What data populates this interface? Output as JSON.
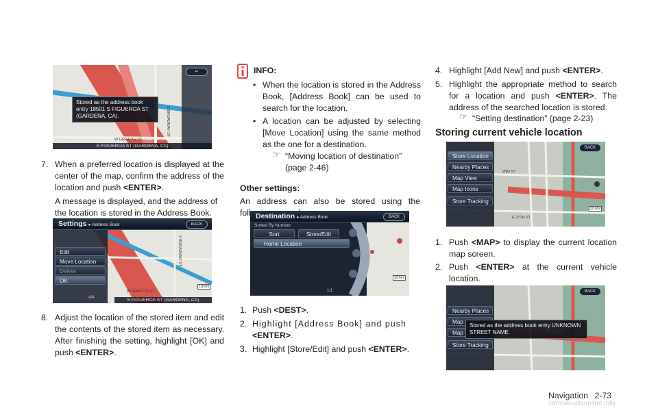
{
  "col1": {
    "shot1": {
      "popup": "Stored as the address book entry 18501 S FIGUEROA ST (GARDENA, CA).",
      "street_h": "W GRIFFITH ST",
      "street_v": "S BROADWAY ST",
      "bottom_strip": "S FIGUEROA ST (GARDENA, CA)"
    },
    "step7": {
      "num": "7.",
      "text_a": "When a preferred location is displayed at the center of the map, confirm the address of the location and push ",
      "key": "<ENTER>",
      "text_b": ".",
      "sub": "A message is displayed, and the address of the location is stored in the Address Book."
    },
    "shot2": {
      "title": "Settings",
      "subtitle": "▸ Address Book",
      "back": "BACK",
      "menu": [
        "Edit",
        "Move Location",
        "Delete",
        "OK"
      ],
      "page": "4/4",
      "street_h": "W GRIFFITH ST",
      "street_v": "S BROADWAY ST",
      "bottom_strip": "S FIGUEROA ST (GARDENA, CA)",
      "scale": "1/16mi"
    },
    "step8": {
      "num": "8.",
      "text_a": "Adjust the location of the stored item and edit the contents of the stored item as necessary. After finishing the setting, highlight [OK] and push ",
      "key": "<ENTER>",
      "text_b": "."
    }
  },
  "col2": {
    "info_title": "INFO:",
    "bullets": [
      "When the location is stored in the Address Book, [Address Book] can be used to search for the location.",
      "A location can be adjusted by selecting [Move Location] using the same method as the one for a destination."
    ],
    "ref": "“Moving location of destination” (page 2-46)",
    "other_title": "Other settings:",
    "other_text": "An address can also be stored using the following procedure.",
    "shot3": {
      "title": "Destination",
      "subtitle": "▸ Address Book",
      "back": "BACK",
      "sorted": "Sorted By Number",
      "sort_btn": "Sort",
      "store_btn": "Store/Edit",
      "home": "Home Location",
      "page": "1/1",
      "scale": "1/16mi"
    },
    "steps": [
      {
        "num": "1.",
        "pre": "Push ",
        "key": "<DEST>",
        "post": "."
      },
      {
        "num": "2.",
        "pre": "Highlight [Address Book] and push ",
        "key": "<ENTER>",
        "post": "."
      },
      {
        "num": "3.",
        "pre": "Highlight [Store/Edit] and push ",
        "key": "<ENTER>",
        "post": "."
      }
    ]
  },
  "col3": {
    "step4": {
      "num": "4.",
      "pre": "Highlight [Add New] and push ",
      "key": "<ENTER>",
      "post": "."
    },
    "step5": {
      "num": "5.",
      "pre": "Highlight the appropriate method to search for a location and push ",
      "key": "<ENTER>",
      "post": ". The address of the searched location is stored."
    },
    "ref": "“Setting destination” (page 2-23)",
    "heading": "Storing current vehicle location",
    "shot4": {
      "back": "BACK",
      "menu": [
        "Store Location",
        "Nearby Places",
        "Map View",
        "Map Icons",
        "Store Tracking"
      ],
      "streets": [
        "2ND ST",
        "E 27TH ST"
      ],
      "scale": "1/16mi"
    },
    "step1": {
      "num": "1.",
      "pre": "Push ",
      "key": "<MAP>",
      "post": " to display the current location map screen."
    },
    "step2": {
      "num": "2.",
      "pre": "Push ",
      "key": "<ENTER>",
      "post": " at the current vehicle location."
    },
    "shot5": {
      "back": "BACK",
      "popup": "Stored as the address book entry UNKNOWN STREET NAME.",
      "menu_visible": [
        "Nearby Places",
        "Map",
        "Map",
        "Store Tracking"
      ]
    }
  },
  "footer": {
    "section": "Navigation",
    "page": "2-73"
  },
  "watermark": "carmanualsonline.info",
  "colors": {
    "road_red": "#d9574f",
    "road_blue": "#3a9fd0",
    "map_bg": "#e6e4de",
    "menu_dark": "#1c2432"
  }
}
